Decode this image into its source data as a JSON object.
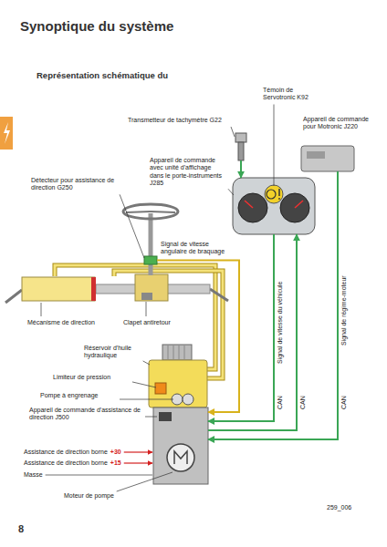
{
  "diagram": {
    "title": "Synoptique du système",
    "nodes": [
      {
        "text": [
          "Transmetteur de tachymètre G22"
        ]
      },
      {
        "text": [
          "Appareil de commande pour Motronic J220"
        ]
      },
      {
        "text": [
          "Appareil de commande avec unité d'affichage dans le porte-instruments J285"
        ]
      },
      {
        "text": [
          "Détecteur pour assistance de direction G250"
        ]
      },
      {
        "text": [
          "Appareil de commande d'assistance de direction J500"
        ]
      }
    ],
    "edges": [
      {
        "from": 0,
        "to": 2,
        "arrow": "to"
      },
      {
        "from": 2,
        "to": 4,
        "label": "Signal de vitesse du véhicule",
        "arrow": "to"
      },
      {
        "from": 4,
        "to": 2,
        "arrow": "to"
      },
      {
        "from": 1,
        "to": 4,
        "label": "Signal de régime-moteur",
        "arrow": "to"
      },
      {
        "from": 3,
        "to": 4,
        "label": "Signal de vitesse angulaire de braquage",
        "arrow": "to"
      }
    ],
    "labels": [
      "Représentation schématique du",
      "Témoin de Servotronic K92",
      "Mécanisme de direction",
      "Clapet antiretour",
      "Réservoir d'huile hydraulique",
      "Limiteur de pression",
      "Pompe à engrenage",
      "Assistance de direction borne",
      "+30",
      "Assistance de direction borne",
      "+15",
      "Masse",
      "Moteur de pompe",
      "CAN",
      "CAN",
      "CAN",
      "259_006",
      "8"
    ]
  }
}
